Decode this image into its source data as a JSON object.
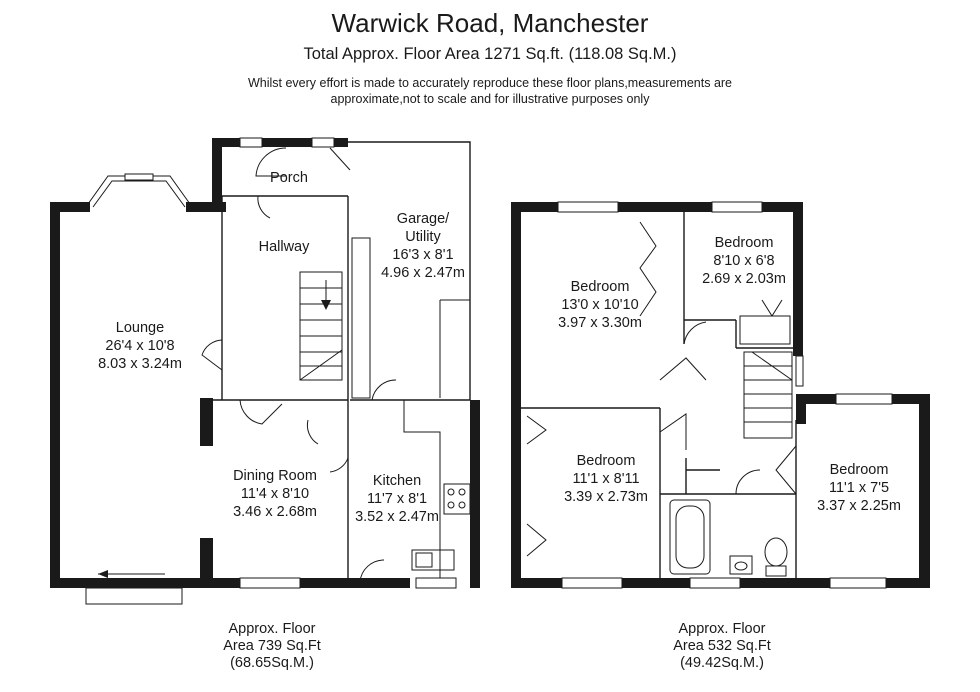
{
  "header": {
    "title": "Warwick Road, Manchester",
    "subtitle": "Total Approx. Floor Area 1271 Sq.ft. (118.08 Sq.M.)",
    "disclaimer_line1": "Whilst every effort is made to accurately reproduce these floor plans,measurements are",
    "disclaimer_line2": "approximate,not to scale and for illustrative purposes only"
  },
  "ground_floor": {
    "rooms": {
      "porch": {
        "name": "Porch"
      },
      "hallway": {
        "name": "Hallway"
      },
      "garage": {
        "name1": "Garage/",
        "name2": "Utility",
        "imperial": "16'3 x 8'1",
        "metric": "4.96 x 2.47m"
      },
      "lounge": {
        "name": "Lounge",
        "imperial": "26'4 x 10'8",
        "metric": "8.03 x 3.24m"
      },
      "dining": {
        "name": "Dining Room",
        "imperial": "11'4 x 8'10",
        "metric": "3.46 x 2.68m"
      },
      "kitchen": {
        "name": "Kitchen",
        "imperial": "11'7 x 8'1",
        "metric": "3.52 x 2.47m"
      }
    },
    "area": {
      "line1": "Approx. Floor",
      "line2": "Area 739 Sq.Ft",
      "line3": "(68.65Sq.M.)"
    }
  },
  "first_floor": {
    "rooms": {
      "bedroom_front_left": {
        "name": "Bedroom",
        "imperial": "13'0 x 10'10",
        "metric": "3.97 x 3.30m"
      },
      "bedroom_front_right": {
        "name": "Bedroom",
        "imperial": "8'10 x 6'8",
        "metric": "2.69 x 2.03m"
      },
      "bedroom_rear_left": {
        "name": "Bedroom",
        "imperial": "11'1 x 8'11",
        "metric": "3.39 x 2.73m"
      },
      "bedroom_rear_right": {
        "name": "Bedroom",
        "imperial": "11'1 x 7'5",
        "metric": "3.37 x 2.25m"
      }
    },
    "area": {
      "line1": "Approx. Floor",
      "line2": "Area 532 Sq.Ft",
      "line3": "(49.42Sq.M.)"
    }
  }
}
